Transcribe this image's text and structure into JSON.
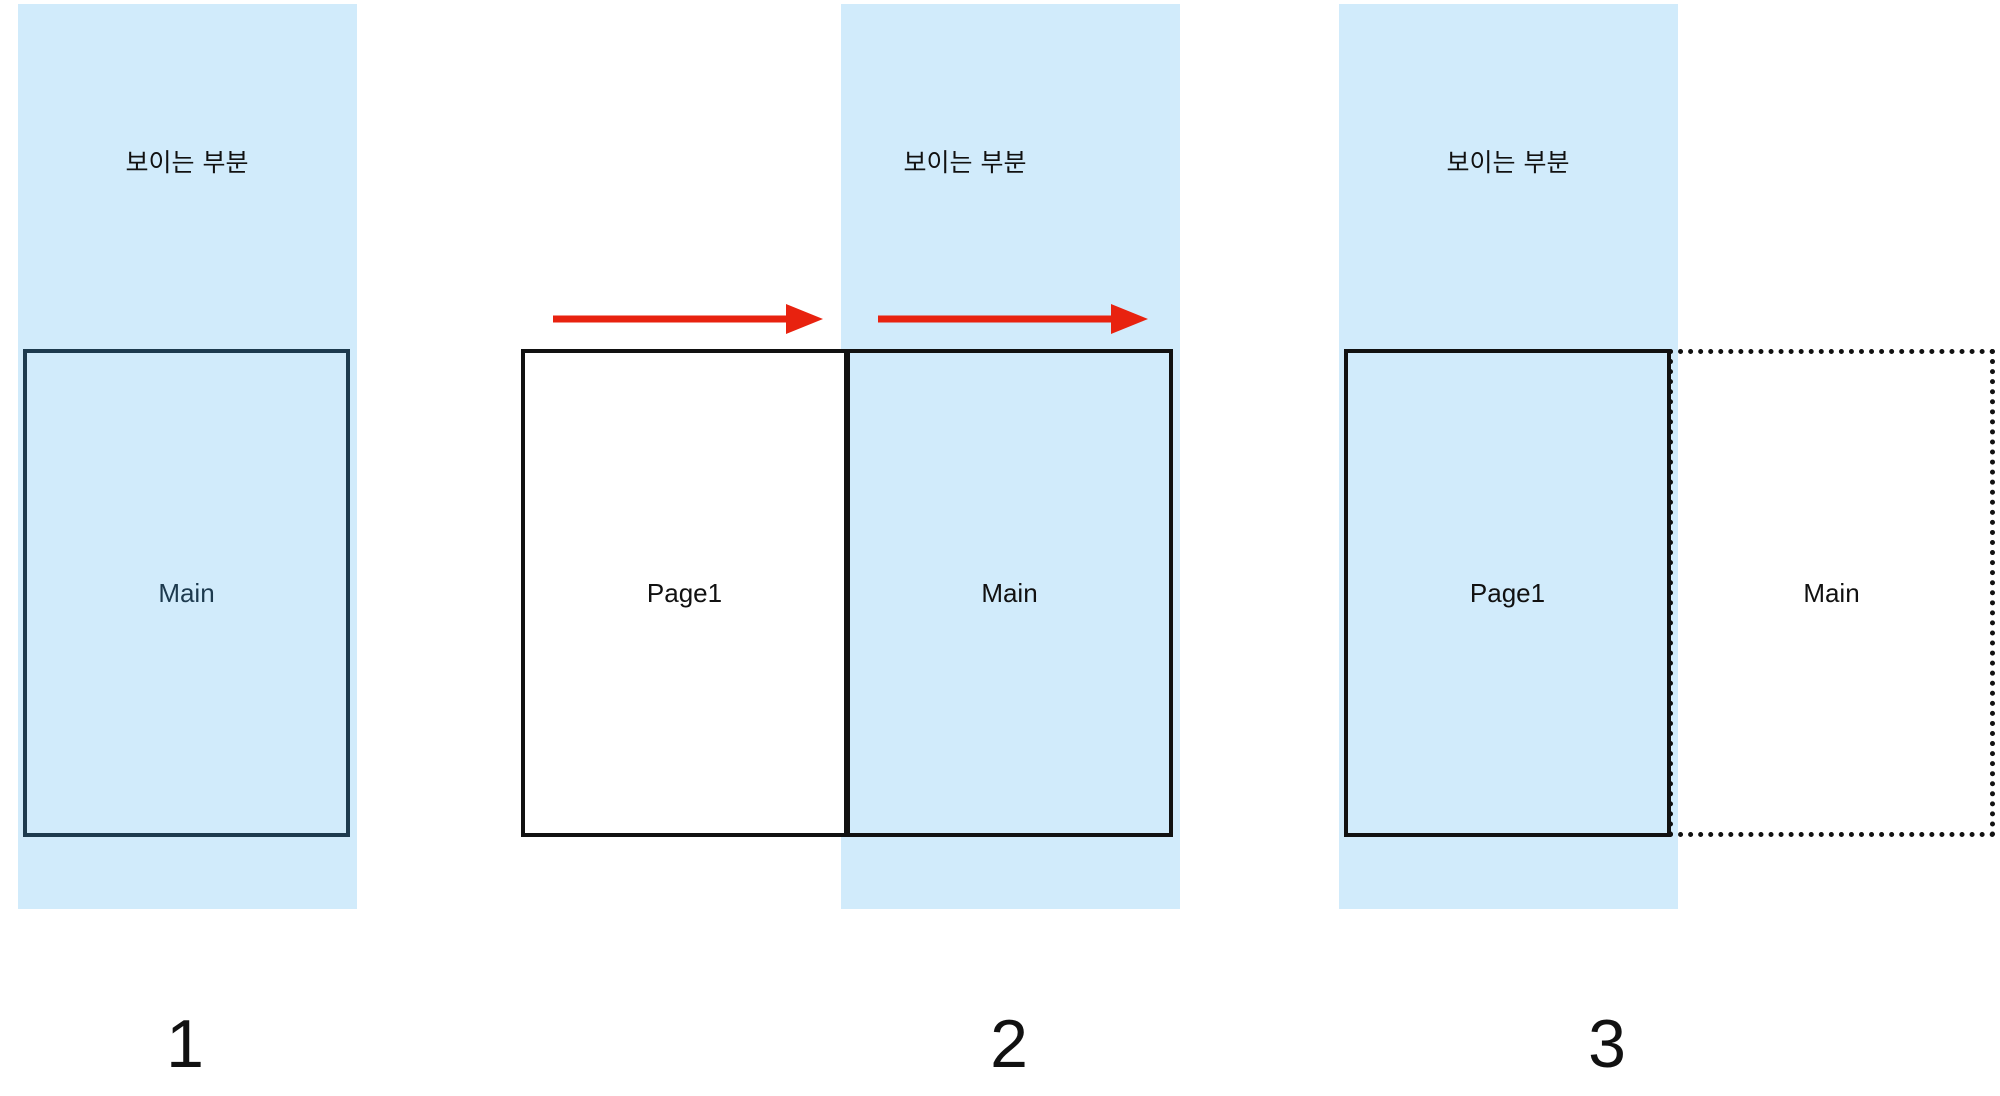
{
  "visible_area_label": "보이는 부분",
  "colors": {
    "viewport": "#d1ebfb",
    "arrow": "#e8220f",
    "border": "#111111"
  },
  "panels": [
    {
      "step": "1",
      "boxes": [
        "Main"
      ]
    },
    {
      "step": "2",
      "boxes": [
        "Page1",
        "Main"
      ]
    },
    {
      "step": "3",
      "boxes": [
        "Page1",
        "Main"
      ]
    }
  ]
}
